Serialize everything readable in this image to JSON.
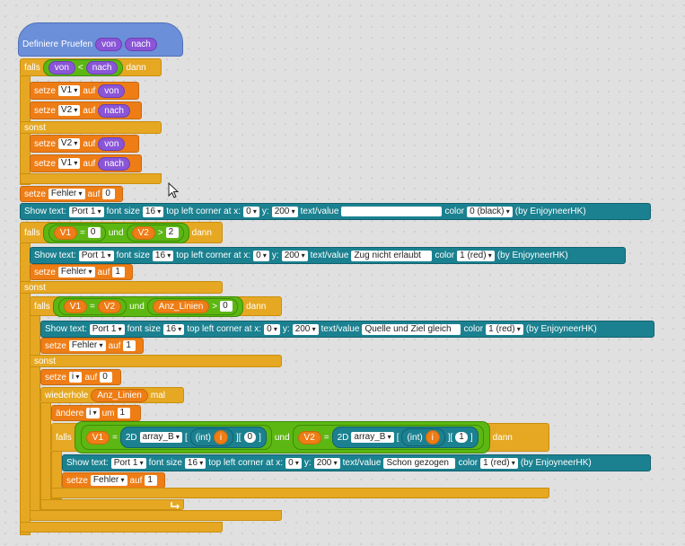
{
  "definition": {
    "keyword": "Definiere",
    "name": "Pruefen",
    "param1": "von",
    "param2": "nach"
  },
  "if1": {
    "falls": "falls",
    "left": "von",
    "op": "<",
    "right": "nach",
    "dann": "dann"
  },
  "set1": {
    "setze": "setze",
    "var": "V1",
    "auf": "auf",
    "val": "von"
  },
  "set2": {
    "setze": "setze",
    "var": "V2",
    "auf": "auf",
    "val": "nach"
  },
  "else1": {
    "label": "sonst"
  },
  "set3": {
    "setze": "setze",
    "var": "V2",
    "auf": "auf",
    "val": "von"
  },
  "set4": {
    "setze": "setze",
    "var": "V1",
    "auf": "auf",
    "val": "nach"
  },
  "set5": {
    "setze": "setze",
    "var": "Fehler",
    "auf": "auf",
    "val": "0"
  },
  "show1": {
    "show": "Show text:",
    "sprite": "Port 1",
    "fs": "font size",
    "size": "16",
    "tl": "top left corner at x:",
    "x": "0",
    "y_label": "y:",
    "y": "200",
    "tv": "text/value",
    "text": "",
    "color_label": "color",
    "color": "0 (black)",
    "by": "(by EnjoyneerHK)"
  },
  "if2": {
    "falls": "falls",
    "v1": "V1",
    "eq": "=",
    "zero": "0",
    "und": "und",
    "v2": "V2",
    "gt": ">",
    "two": "2",
    "dann": "dann"
  },
  "show2": {
    "show": "Show text:",
    "sprite": "Port 1",
    "fs": "font size",
    "size": "16",
    "tl": "top left corner at x:",
    "x": "0",
    "y_label": "y:",
    "y": "200",
    "tv": "text/value",
    "text": "Zug nicht erlaubt",
    "color_label": "color",
    "color": "1 (red)",
    "by": "(by EnjoyneerHK)"
  },
  "set6": {
    "setze": "setze",
    "var": "Fehler",
    "auf": "auf",
    "val": "1"
  },
  "else2": {
    "label": "sonst"
  },
  "if3": {
    "falls": "falls",
    "v1": "V1",
    "eq": "=",
    "v2": "V2",
    "und": "und",
    "anz": "Anz_Linien",
    "gt": ">",
    "zero": "0",
    "dann": "dann"
  },
  "show3": {
    "show": "Show text:",
    "sprite": "Port 1",
    "fs": "font size",
    "size": "16",
    "tl": "top left corner at x:",
    "x": "0",
    "y_label": "y:",
    "y": "200",
    "tv": "text/value",
    "text": "Quelle und Ziel gleich",
    "color_label": "color",
    "color": "1 (red)",
    "by": "(by EnjoyneerHK)"
  },
  "set7": {
    "setze": "setze",
    "var": "Fehler",
    "auf": "auf",
    "val": "1"
  },
  "else3": {
    "label": "sonst"
  },
  "set8": {
    "setze": "setze",
    "var": "i",
    "auf": "auf",
    "val": "0"
  },
  "repeat": {
    "label": "wiederhole",
    "count": "Anz_Linien",
    "mal": "mal"
  },
  "change": {
    "label": "ändere",
    "var": "i",
    "um": "um",
    "val": "1"
  },
  "if4": {
    "falls": "falls",
    "v1": "V1",
    "eq1": "=",
    "td1": "2D",
    "arr1": "array_B",
    "lb1": "[",
    "int1": "(int)",
    "i1": "i",
    "rb1": "][",
    "idx1": "0",
    "end1": "]",
    "und": "und",
    "v2": "V2",
    "eq2": "=",
    "td2": "2D",
    "arr2": "array_B",
    "lb2": "[",
    "int2": "(int)",
    "i2": "i",
    "rb2": "][",
    "idx2": "1",
    "end2": "]",
    "dann": "dann"
  },
  "show4": {
    "show": "Show text:",
    "sprite": "Port 1",
    "fs": "font size",
    "size": "16",
    "tl": "top left corner at x:",
    "x": "0",
    "y_label": "y:",
    "y": "200",
    "tv": "text/value",
    "text": "Schon gezogen",
    "color_label": "color",
    "color": "1 (red)",
    "by": "(by EnjoyneerHK)"
  },
  "set9": {
    "setze": "setze",
    "var": "Fehler",
    "auf": "auf",
    "val": "1"
  },
  "colors": {
    "control": "#e6a822",
    "variables": "#ee7d16",
    "extension": "#1b8190",
    "operators": "#5cb712",
    "custom": "#6c8fd9",
    "parameter": "#8a55d7"
  }
}
